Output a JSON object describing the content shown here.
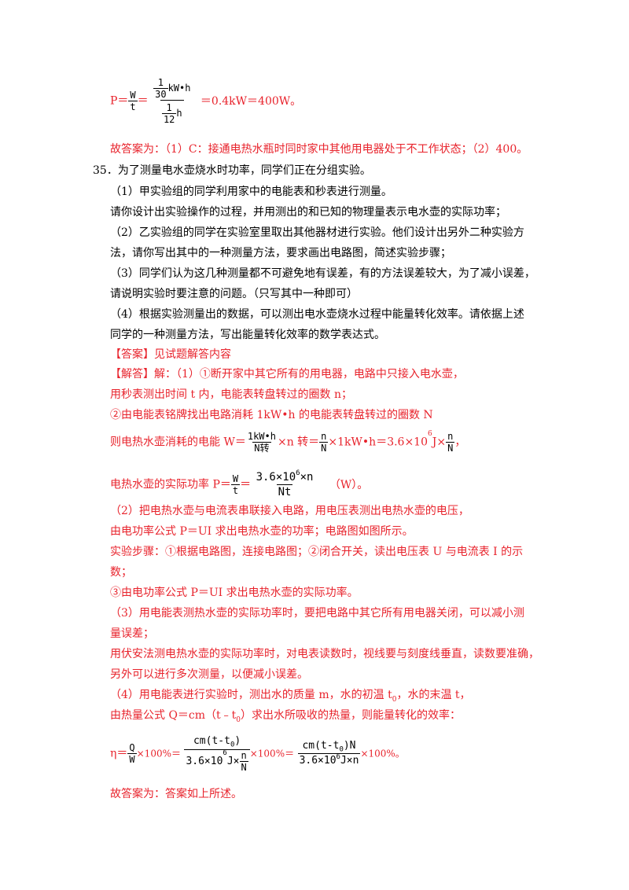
{
  "top_formula": {
    "lhs": "P＝",
    "w_sym": "W",
    "t_sym": "t",
    "eq": "＝",
    "big_num_n": "1",
    "big_num_d": "30",
    "big_num_unit": "kW•h",
    "big_den_n": "1",
    "big_den_d": "12",
    "big_den_unit": "h",
    "result": "＝0.4kW＝400W。"
  },
  "answer_prev": "故答案为：（1）C：接通电热水瓶时同时家中其他用电器处于不工作状态；（2）400。",
  "q35": {
    "title": "35．为了测量电水壶烧水时功率，同学们正在分组实验。",
    "p1": "（1）甲实验组的同学利用家中的电能表和秒表进行测量。",
    "p1b": "请你设计出实验操作的过程，并用测出的和已知的物理量表示电水壶的实际功率；",
    "p2": "（2）乙实验组的同学在实验室里取出其他器材进行实验。他们设计出另外二种实验方",
    "p2b": "法，请你写出其中的一种测量方法，要求画出电路图，简述实验步骤；",
    "p3": "（3）同学们认为这几种测量都不可避免地有误差，有的方法误差较大，为了减小误差，",
    "p3b": "请说明实验时要注意的问题。（只写其中一种即可）",
    "p4": "（4）根据实验测量出的数据，可以测出电水壶烧水过程中能量转化效率。请依据上述",
    "p4b": "同学的一种测量方法，写出能量转化效率的数学表达式。"
  },
  "solution": {
    "answer_tag": "【答案】见试题解答内容",
    "s1": "【解答】解：（1）①断开家中其它所有的用电器，电路中只接入电水壶，",
    "s2": "用秒表测出时间 t 内，电能表转盘转过的圈数 n；",
    "s3": "②由电能表铭牌找出电路消耗 1kW•h 的电能表转盘转过的圈数 N",
    "w_prefix": "则电热水壶消耗的电能 W＝",
    "w_frac_n": "1kW•h",
    "w_frac_d": "N转",
    "w_mid": "×n 转＝",
    "w_n": "n",
    "w_N": "N",
    "w_mid2": "×1kW•h＝3.6×10",
    "w_exp": "6",
    "w_mid3": "J×",
    "w_end": "，",
    "p_prefix": "电热水壶的实际功率 P＝",
    "p_w": "W",
    "p_t": "t",
    "p_eq": "＝",
    "p_num": "3.6×10",
    "p_num_exp": "6",
    "p_num_end": "×n",
    "p_den": "Nt",
    "p_unit": "（W）。",
    "s4": "（2）把电热水壶与电流表串联接入电路，用电压表测出电热水壶的电压，",
    "s5": "由电功率公式 P＝UI 求出电热水壶的功率；电路图如图所示。",
    "s6": "实验步骤：①根据电路图，连接电路图；②闭合开关，读出电压表 U 与电流表 I 的示",
    "s6b": "数；",
    "s7": "③由电功率公式 P＝UI 求出电热水壶的实际功率。",
    "s8": "（3）用电能表测热水壶的实际功率时，要把电路中其它所有用电器关闭，可以减小测",
    "s8b": "量误差；",
    "s9": "用伏安法测电热水壶的实际功率时，对电表读数时，视线要与刻度线垂直，读数要准确，",
    "s9b": "另外可以进行多次测量，以便减小误差。",
    "s10": "（4）用电能表进行实验时，测出水的质量 m，水的初温 t",
    "s10_sub": "0",
    "s10_mid": "，水的末温 t，",
    "s11": "由热量公式 Q＝cm（t﹣t",
    "s11_sub": "0",
    "s11_end": "）求出水所吸收的热量，则能量转化的效率：",
    "eta_prefix": "η＝",
    "eta_q": "Q",
    "eta_w": "W",
    "eta_pct1": "×100%＝",
    "eta_f1_n": "cm(t-t",
    "eta_f1_n_sub": "0",
    "eta_f1_n_end": ")",
    "eta_f1_d": "3.6×10",
    "eta_f1_d_exp": "6",
    "eta_f1_d_mid": "J×",
    "eta_f1_dn": "n",
    "eta_f1_dN": "N",
    "eta_pct2": "×100%＝",
    "eta_f2_n": "cm(t-t",
    "eta_f2_n_sub": "0",
    "eta_f2_n_end": ")N",
    "eta_f2_d": "3.6×10",
    "eta_f2_d_exp": "6",
    "eta_f2_d_end": "J×n",
    "eta_pct3": "×100%。",
    "final": "故答案为：答案如上所述。"
  }
}
